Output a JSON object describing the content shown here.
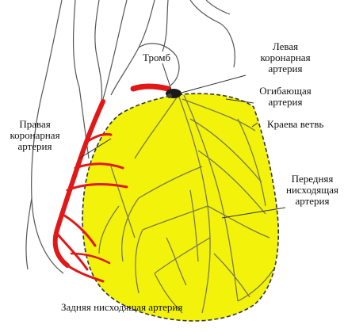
{
  "colors": {
    "myocardium_fill": "#f2f20a",
    "artery": "#e01818",
    "outline": "#555555",
    "inner_vessel": "#7a7a55",
    "thrombus": "#1a1a1a",
    "dashed_border": "#333333"
  },
  "labels": {
    "thrombus": "Тромб",
    "left_coronary": [
      "Левая",
      "коронарная",
      "артерия"
    ],
    "circumflex": [
      "Огибающая",
      "артерия"
    ],
    "marginal": "Краева ветвь",
    "right_coronary": [
      "Правая",
      "коронарная",
      "артерия"
    ],
    "lad": [
      "Передняя",
      "нисходящая",
      "артерия"
    ],
    "posterior": "Задняя нисходящая артерия"
  }
}
